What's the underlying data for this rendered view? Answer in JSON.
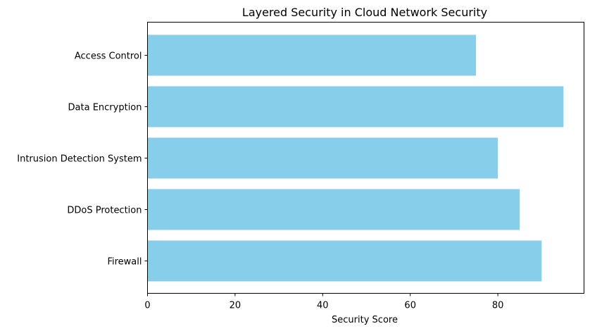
{
  "chart_data": {
    "type": "bar",
    "orientation": "horizontal",
    "title": "Layered Security in Cloud Network Security",
    "xlabel": "Security Score",
    "ylabel": "",
    "categories": [
      "Access Control",
      "Data Encryption",
      "Intrusion Detection System",
      "DDoS Protection",
      "Firewall"
    ],
    "values": [
      75,
      95,
      80,
      85,
      90
    ],
    "xlim": [
      0,
      100
    ],
    "xticks": [
      0,
      20,
      40,
      60,
      80
    ],
    "bar_color": "#87CEEB",
    "grid": false,
    "legend": "none"
  }
}
